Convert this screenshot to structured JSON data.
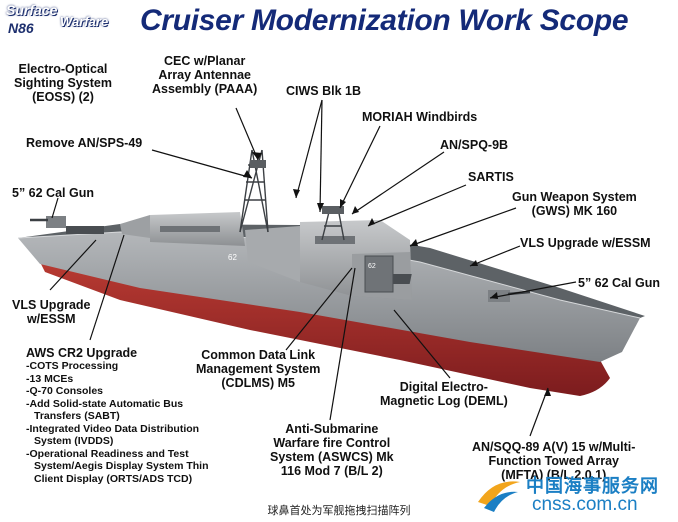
{
  "logo": {
    "line1": "Surface",
    "line2": "N86",
    "line3": "Warfare"
  },
  "title": "Cruiser Modernization Work Scope",
  "labels": {
    "eoss": [
      "Electro-Optical",
      "Sighting System",
      "(EOSS) (2)"
    ],
    "cec": [
      "CEC w/Planar",
      "Array Antennae",
      "Assembly (PAAA)"
    ],
    "ciws": "CIWS Blk 1B",
    "moriah": "MORIAH Windbirds",
    "spq9b": "AN/SPQ-9B",
    "sartis": "SARTIS",
    "remove_sps49": "Remove AN/SPS-49",
    "gun_fwd": "5” 62 Cal Gun",
    "gws": [
      "Gun Weapon System",
      "(GWS) MK 160"
    ],
    "vls_right": "VLS Upgrade w/ESSM",
    "gun_aft": "5” 62 Cal Gun",
    "vls_left": [
      "VLS Upgrade",
      "w/ESSM"
    ],
    "aws_title": "AWS CR2 Upgrade",
    "aws_items": [
      "-COTS Processing",
      "-13 MCEs",
      "-Q-70 Consoles",
      "-Add Solid-state Automatic Bus",
      "  Transfers (SABT)",
      "-Integrated Video Data Distribution",
      "  System (IVDDS)",
      "-Operational Readiness and Test",
      "  System/Aegis Display System Thin",
      "  Client Display (ORTS/ADS TCD)"
    ],
    "cdlms": [
      "Common Data Link",
      "Management System",
      "(CDLMS) M5"
    ],
    "deml": [
      "Digital Electro-",
      "Magnetic Log (DEML)"
    ],
    "aswcs": [
      "Anti-Submarine",
      "Warfare fire Control",
      "System (ASWCS) Mk",
      "116 Mod 7 (B/L 2)"
    ],
    "sqq89": [
      "AN/SQQ-89 A(V) 15 w/Multi-",
      "Function Towed Array",
      "(MFTA) (B/L 2.0.1)"
    ]
  },
  "caption": "球鼻首处为军舰拖拽扫描阵列",
  "watermark": {
    "cn": "中国海事服务网",
    "en": "cnss.com.cn"
  },
  "colors": {
    "title": "#142a78",
    "hull_upper": "#8f9397",
    "hull_lower": "#a3282a",
    "watermark": "#1b7fc4"
  }
}
